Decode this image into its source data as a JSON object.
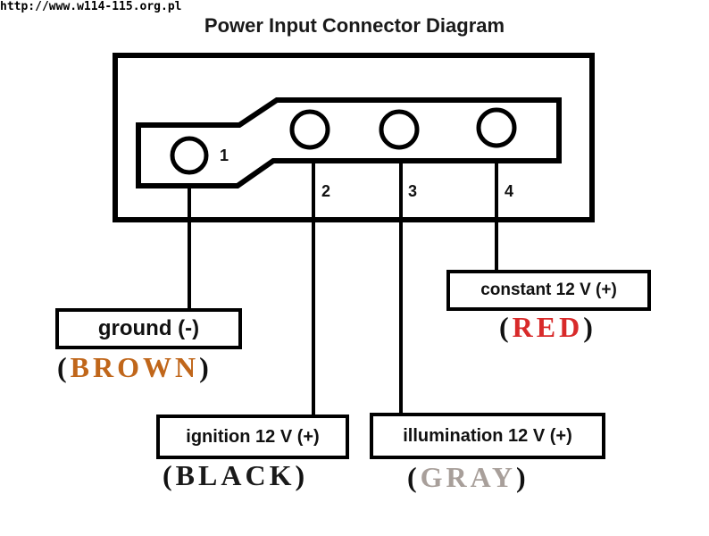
{
  "watermark": "http://www.w114-115.org.pl",
  "title": "Power Input Connector Diagram",
  "pins": [
    {
      "number": "1",
      "function": "ground (-)",
      "wire": "BROWN",
      "wire_color": "#c0661a"
    },
    {
      "number": "2",
      "function": "ignition 12 V (+)",
      "wire": "BLACK",
      "wire_color": "#1a1a1a"
    },
    {
      "number": "3",
      "function": "illumination 12 V (+)",
      "wire": "GRAY",
      "wire_color": "#a89f9a"
    },
    {
      "number": "4",
      "function": "constant 12 V (+)",
      "wire": "RED",
      "wire_color": "#d82a2a"
    }
  ],
  "paren_open": "(",
  "paren_close": ")"
}
